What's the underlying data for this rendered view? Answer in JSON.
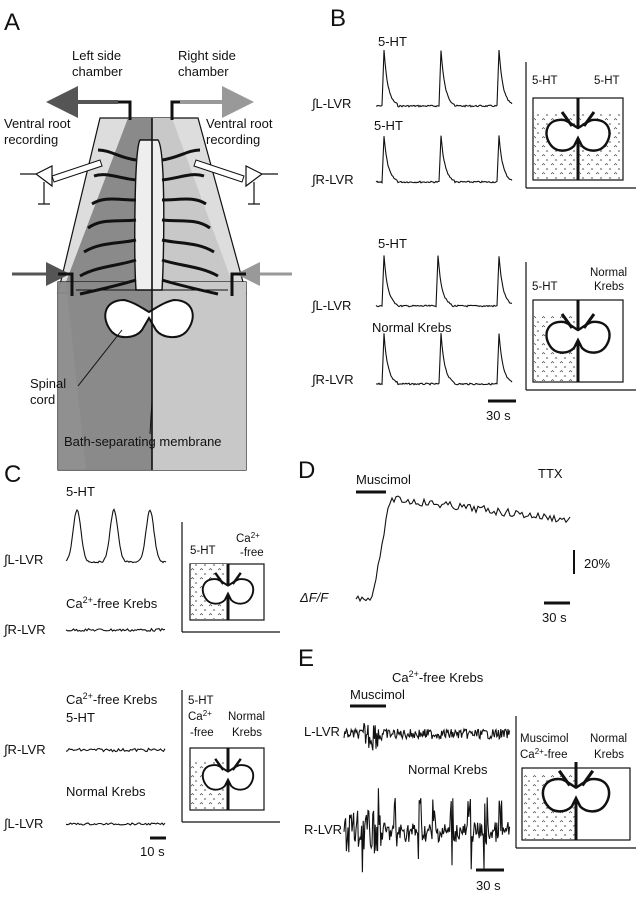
{
  "panels": {
    "A": {
      "letter": "A",
      "left_chamber": [
        "Left side",
        "chamber"
      ],
      "right_chamber": [
        "Right side",
        "chamber"
      ],
      "vr_left": [
        "Ventral root",
        "recording"
      ],
      "vr_right": [
        "Ventral root",
        "recording"
      ],
      "spinal_cord": [
        "Spinal",
        "cord"
      ],
      "membrane": "Bath-separating membrane"
    },
    "B": {
      "letter": "B",
      "top": {
        "label_top": "5-HT",
        "trace1": "∫L-LVR",
        "label_mid": "5-HT",
        "trace2": "∫R-LVR",
        "inset_left": "5-HT",
        "inset_right": "5-HT"
      },
      "bottom": {
        "label_top": "5-HT",
        "trace1": "∫L-LVR",
        "label_mid": "Normal Krebs",
        "trace2": "∫R-LVR",
        "inset_left": "5-HT",
        "inset_right": [
          "Normal",
          "Krebs"
        ]
      },
      "scale": "30 s"
    },
    "C": {
      "letter": "C",
      "top": {
        "label_top": "5-HT",
        "trace1": "∫L-LVR",
        "label_mid_prefix": "Ca",
        "label_mid_sup": "2+",
        "label_mid_suffix": "-free Krebs",
        "trace2": "∫R-LVR",
        "inset_left": "5-HT",
        "inset_right_prefix": "Ca",
        "inset_right_sup": "2+",
        "inset_right_suffix": "-free"
      },
      "bottom": {
        "label_top_prefix": "Ca",
        "label_top_sup": "2+",
        "label_top_suffix": "-free Krebs",
        "label_top2": "5-HT",
        "trace1": "∫R-LVR",
        "label_mid": "Normal Krebs",
        "trace2": "∫L-LVR",
        "inset_left_1": "5-HT",
        "inset_left_2_prefix": "Ca",
        "inset_left_2_sup": "2+",
        "inset_left_3": "-free",
        "inset_right": [
          "Normal",
          "Krebs"
        ]
      },
      "scale": "10 s"
    },
    "D": {
      "letter": "D",
      "drug1": "Muscimol",
      "drug2": "TTX",
      "ylabel": "ΔF/F",
      "scale_y": "20%",
      "scale_x": "30 s"
    },
    "E": {
      "letter": "E",
      "drug": "Muscimol",
      "label_top_prefix": "Ca",
      "label_top_sup": "2+",
      "label_top_suffix": "-free Krebs",
      "trace1": "L-LVR",
      "label_mid": "Normal Krebs",
      "trace2": "R-LVR",
      "inset_left_1": "Muscimol",
      "inset_left_2_prefix": "Ca",
      "inset_left_2_sup": "2+",
      "inset_left_2_suffix": "-free",
      "inset_right": [
        "Normal",
        "Krebs"
      ],
      "scale": "30 s"
    }
  }
}
